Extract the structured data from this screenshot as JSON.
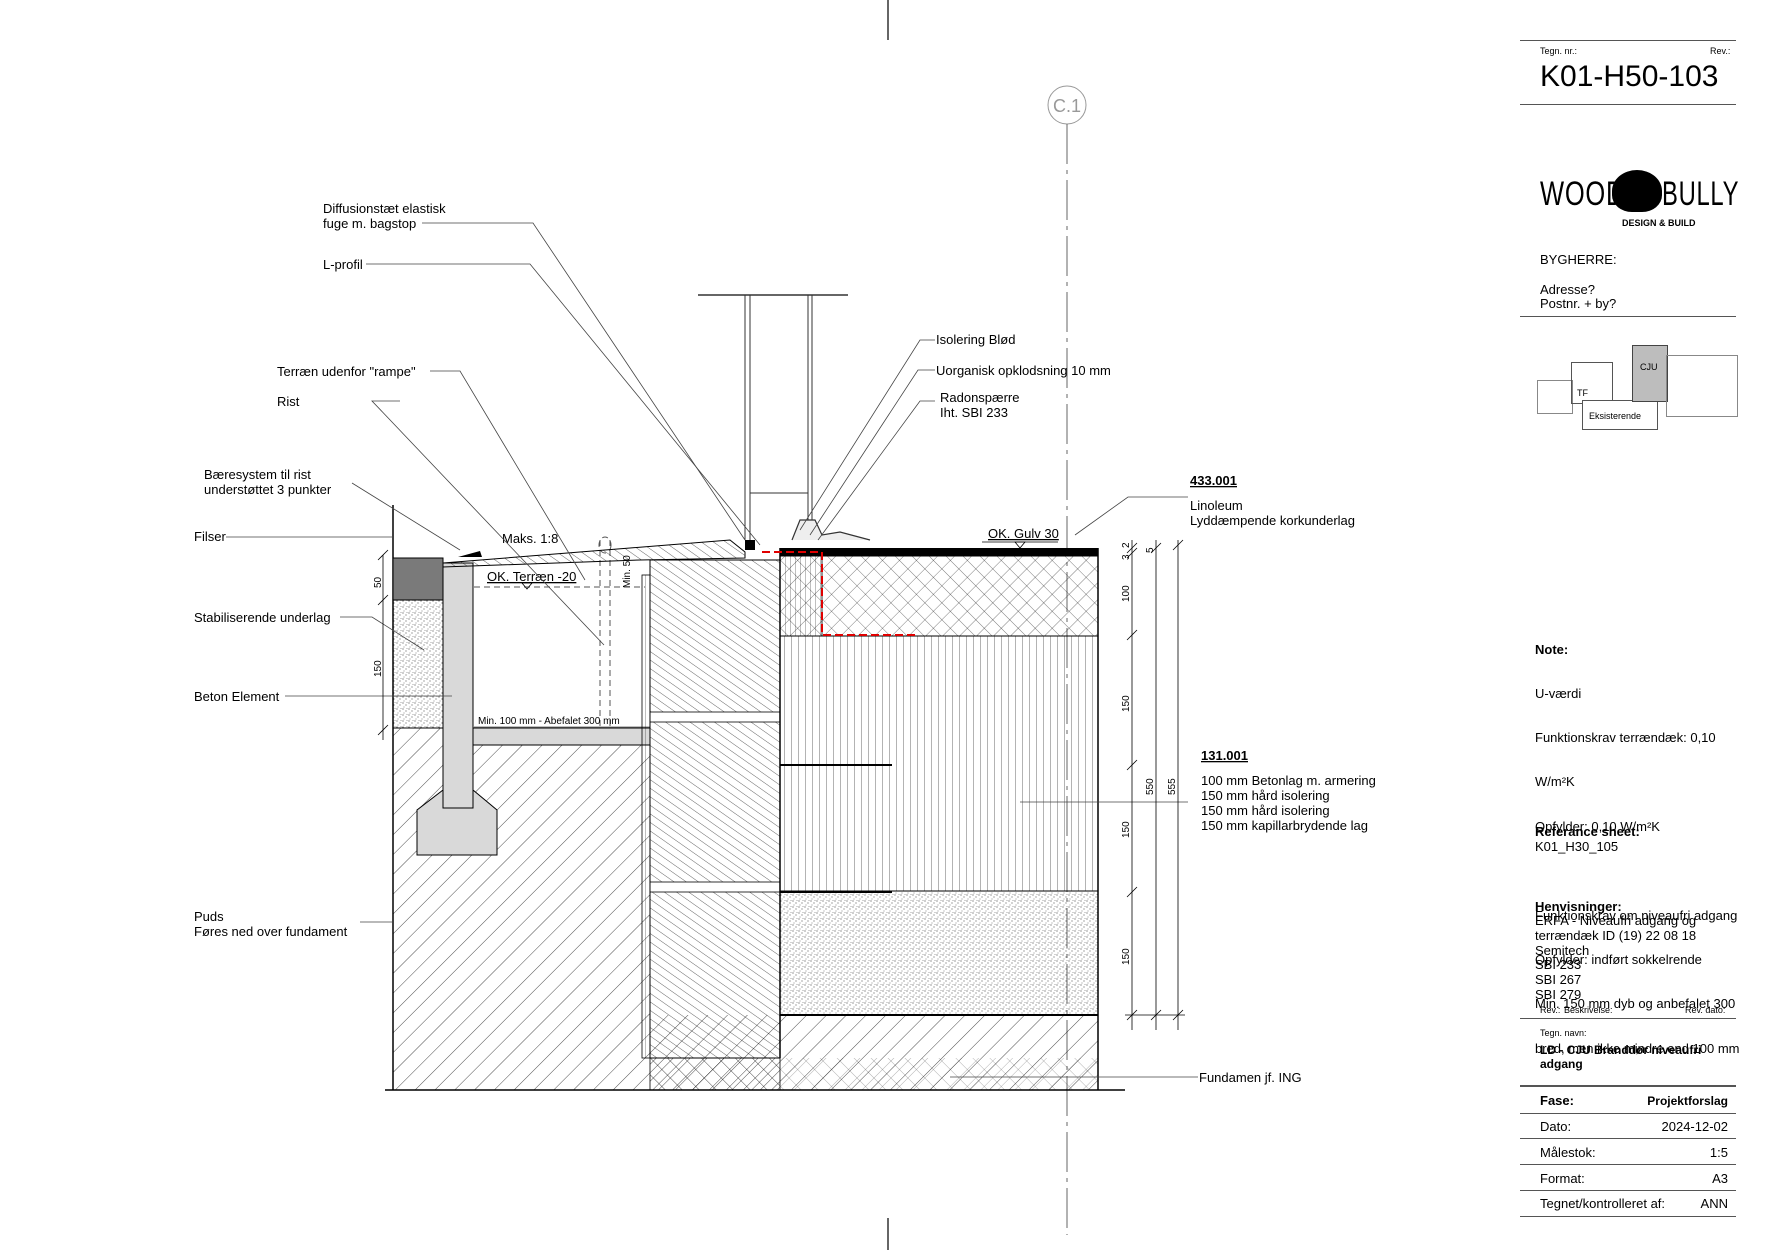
{
  "drawing": {
    "grid_marker": "C.1",
    "labels": {
      "diffusion_1": "Diffusionstæt elastisk",
      "diffusion_2": "fuge m. bagstop",
      "lprofil": "L-profil",
      "terraen_rampe": "Terræn udenfor \"rampe\"",
      "rist": "Rist",
      "baeresystem_1": "Bæresystem til rist",
      "baeresystem_2": "understøttet 3 punkter",
      "filser": "Filser",
      "stabiliserende": "Stabiliserende underlag",
      "beton_element": "Beton Element",
      "puds_1": "Puds",
      "puds_2": "Føres ned over fundament",
      "isolering_blod": "Isolering Blød",
      "uorganisk": "Uorganisk opklodsning 10 mm",
      "radon_1": "Radonspærre",
      "radon_2": "Iht. SBI 233",
      "code_433": "433.001",
      "linoleum_1": "Linoleum",
      "linoleum_2": "Lyddæmpende korkunderlag",
      "ok_gulv": "OK. Gulv 30",
      "maks": "Maks. 1:8",
      "ok_terraen": "OK. Terræn -20",
      "min50": "Min. 50",
      "min100": "Min. 100 mm - Abefalet 300 mm",
      "code_131": "131.001",
      "layer_1": "100 mm Betonlag m. armering",
      "layer_2": "150 mm hård isolering",
      "layer_3": "150 mm hård isolering",
      "layer_4": "150 mm kapillarbrydende lag",
      "fundament": "Fundamen jf. ING"
    },
    "dims": {
      "d50": "50",
      "d150_left": "150",
      "d3": "3",
      "d2": "2",
      "d5": "5",
      "d100": "100",
      "d150_a": "150",
      "d150_b": "150",
      "d150_c": "150",
      "d550": "550",
      "d555": "555"
    }
  },
  "titleblock": {
    "tegn_nr_label": "Tegn. nr.:",
    "rev_label": "Rev.:",
    "drawing_number": "K01-H50-103",
    "logo_left": "WOOD",
    "logo_right": "BULLY",
    "logo_sub": "DESIGN & BUILD",
    "bygherre": "BYGHERRE:",
    "adresse": "Adresse?",
    "postnr": "Postnr. + by?",
    "key_plan": {
      "tf": "TF",
      "cju": "CJU",
      "eksisterende": "Eksisterende"
    },
    "note_title": "Note:",
    "note_lines": [
      "U-værdi",
      "Funktionskrav terrændæk: 0,10",
      "W/m²K",
      "Opfylder: 0,10 W/m²K",
      "",
      "Funktionskrav om niveaufri adgang",
      "Opfylder: indført sokkelrende",
      "Min. 150 mm dyb og anbefalet 300",
      "bred, men ikke mindre end 100 mm"
    ],
    "ref_title": "Referance sheet:",
    "ref_value": "K01_H30_105",
    "henv_title": "Henvisninger:",
    "henv_lines": [
      "ERFA - Niveaufri adgang og",
      "terrændæk ID (19) 22 08 18",
      "Semitech",
      "SBI 233",
      "SBI 267",
      "SBI 279"
    ],
    "rev_col": "Rev.:",
    "beskrivelse_col": "Beskrivelse:",
    "rev_dato_col": "Rev. dato:",
    "tegn_navn_label": "Tegn. navn:",
    "tegn_navn_1": "LD - CJU Branddør niveaufri",
    "tegn_navn_2": "adgang",
    "fase_label": "Fase:",
    "fase_value": "Projektforslag",
    "dato_label": "Dato:",
    "dato_value": "2024-12-02",
    "malestok_label": "Målestok:",
    "malestok_value": "1:5",
    "format_label": "Format:",
    "format_value": "A3",
    "tegnet_label": "Tegnet/kontrolleret af:",
    "tegnet_value": "ANN"
  }
}
